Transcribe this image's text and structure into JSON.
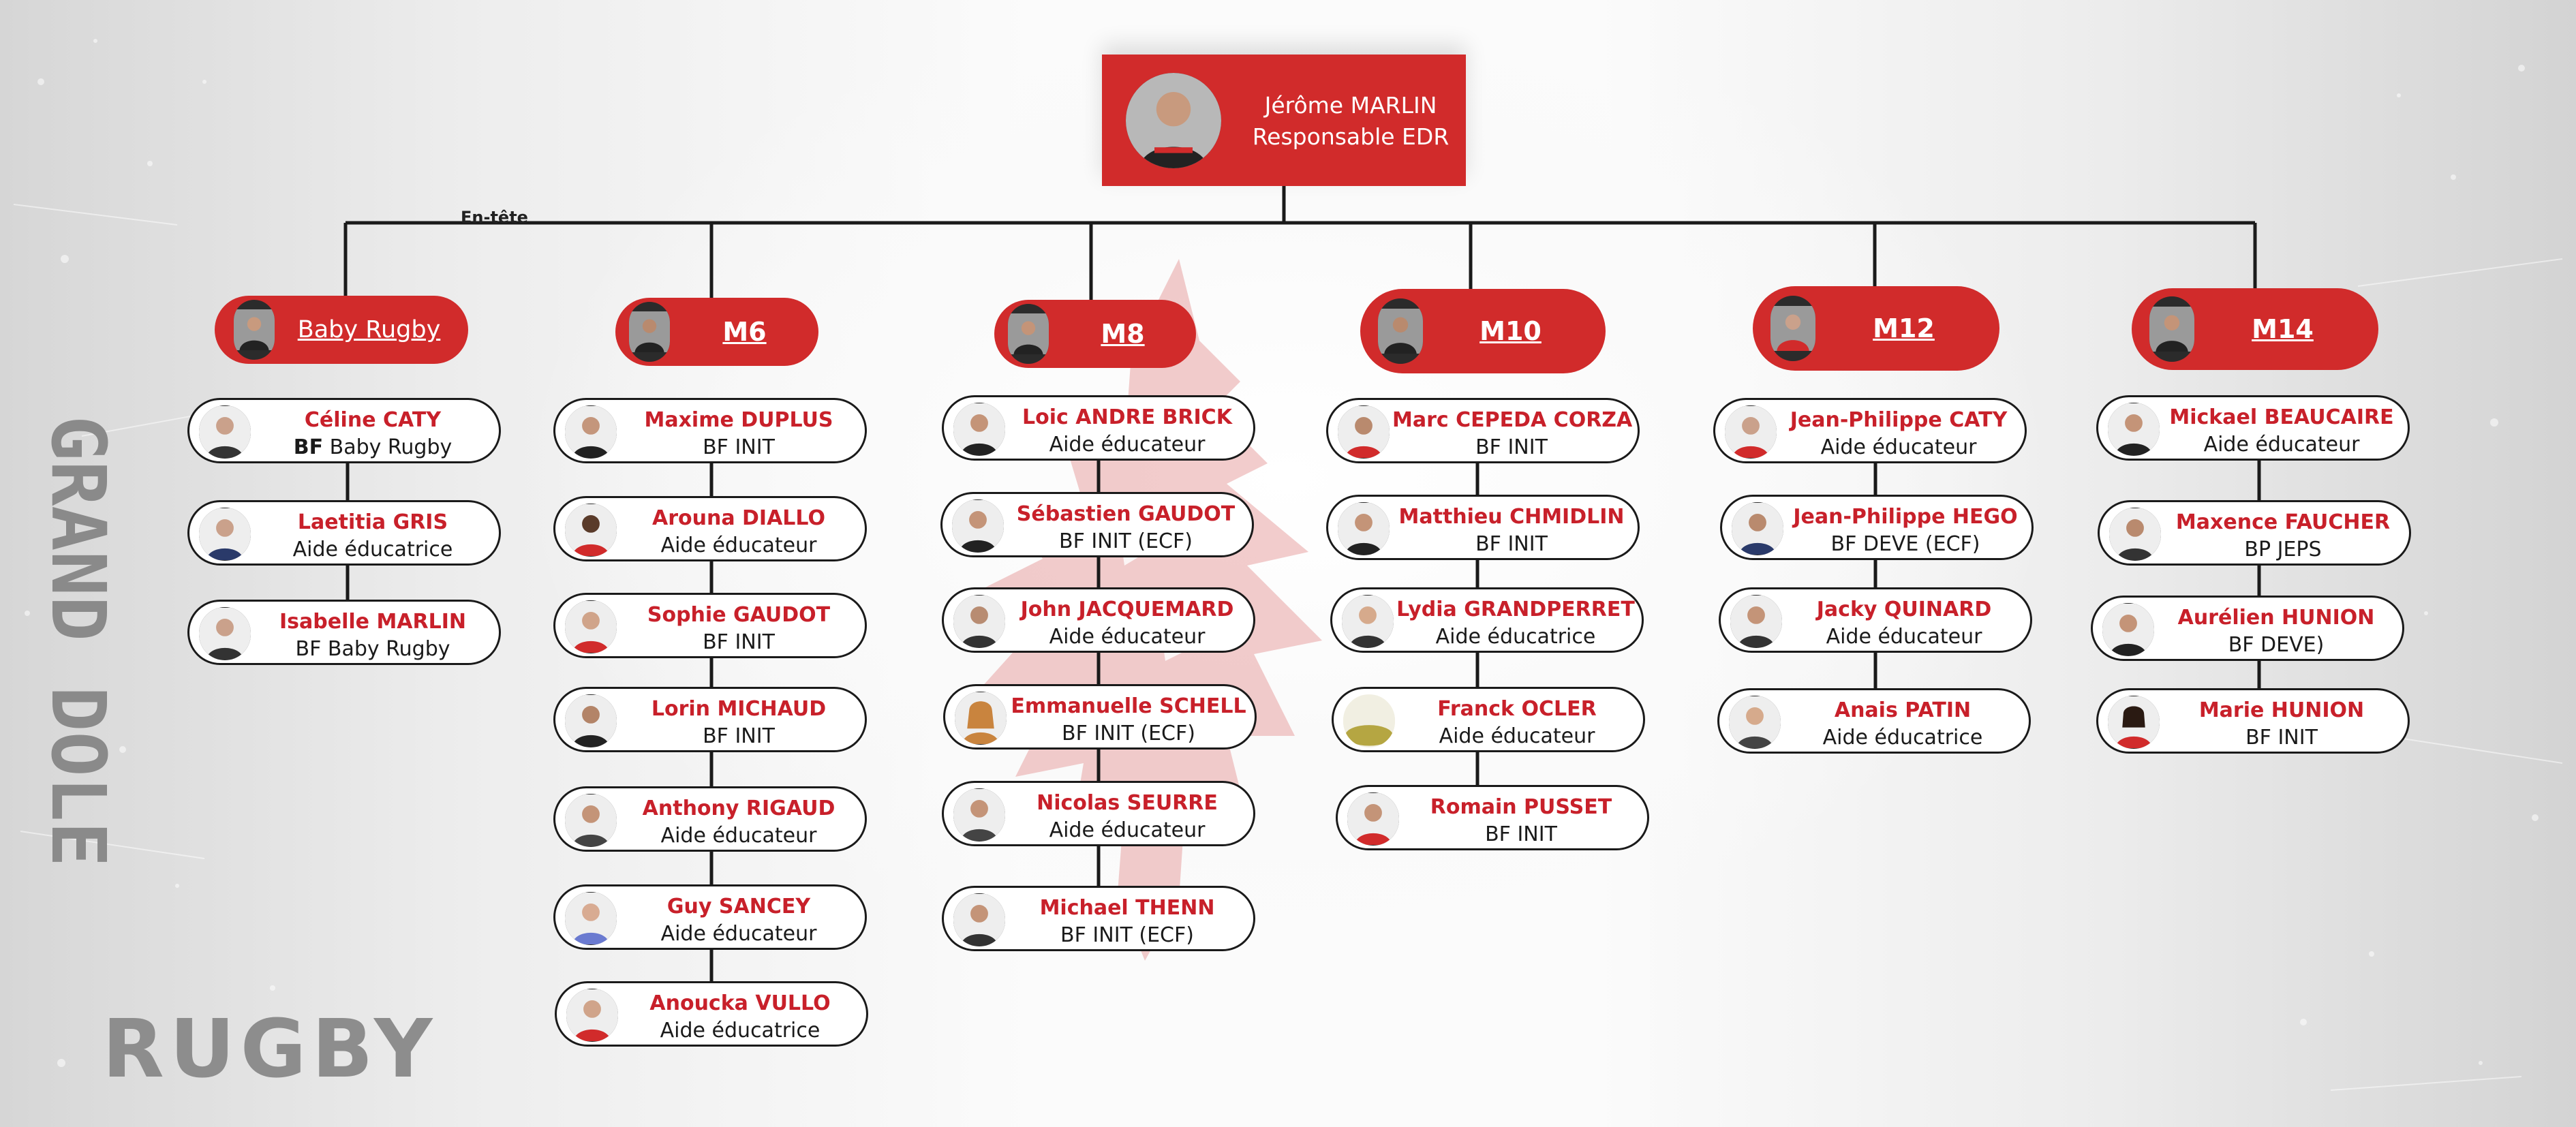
{
  "head": {
    "name": "Jérôme MARLIN",
    "role": "Responsable EDR"
  },
  "label_entete": "En-tête",
  "wordmark": {
    "vertical": "GRAND DOLE",
    "bottom": "RUGBY"
  },
  "groups": [
    {
      "label": "Baby Rugby",
      "members": [
        {
          "name": "Céline CATY",
          "role_prefix": "BF",
          "role": "Baby Rugby"
        },
        {
          "name": "Laetitia GRIS",
          "role": "Aide éducatrice"
        },
        {
          "name": "Isabelle MARLIN",
          "role": "BF Baby Rugby"
        }
      ]
    },
    {
      "label": "M6",
      "members": [
        {
          "name": "Maxime DUPLUS",
          "role": "BF INIT"
        },
        {
          "name": "Arouna DIALLO",
          "role": "Aide éducateur"
        },
        {
          "name": "Sophie GAUDOT",
          "role": "BF INIT"
        },
        {
          "name": "Lorin MICHAUD",
          "role": "BF INIT"
        },
        {
          "name": "Anthony RIGAUD",
          "role": "Aide éducateur"
        },
        {
          "name": "Guy SANCEY",
          "role": "Aide éducateur"
        },
        {
          "name": "Anoucka VULLO",
          "role": "Aide éducatrice"
        }
      ]
    },
    {
      "label": "M8",
      "members": [
        {
          "name": "Loic ANDRE BRICK",
          "role": "Aide éducateur"
        },
        {
          "name": "Sébastien GAUDOT",
          "role": "BF INIT (ECF)"
        },
        {
          "name": "John JACQUEMARD",
          "role": "Aide éducateur"
        },
        {
          "name": "Emmanuelle SCHELL",
          "role": "BF INIT (ECF)"
        },
        {
          "name": "Nicolas SEURRE",
          "role": "Aide éducateur"
        },
        {
          "name": "Michael THENN",
          "role": "BF INIT (ECF)"
        }
      ]
    },
    {
      "label": "M10",
      "members": [
        {
          "name": "Marc CEPEDA CORZA",
          "role": "BF INIT"
        },
        {
          "name": "Matthieu CHMIDLIN",
          "role": "BF INIT"
        },
        {
          "name": "Lydia GRANDPERRET",
          "role": "Aide éducatrice"
        },
        {
          "name": "Franck OCLER",
          "role": "Aide éducateur"
        },
        {
          "name": "Romain PUSSET",
          "role": "BF INIT"
        }
      ]
    },
    {
      "label": "M12",
      "members": [
        {
          "name": "Jean-Philippe CATY",
          "role": "Aide éducateur"
        },
        {
          "name": "Jean-Philippe HEGO",
          "role": "BF DEVE (ECF)"
        },
        {
          "name": "Jacky QUINARD",
          "role": "Aide éducateur"
        },
        {
          "name": "Anais PATIN",
          "role": "Aide éducatrice"
        }
      ]
    },
    {
      "label": "M14",
      "members": [
        {
          "name": "Mickael BEAUCAIRE",
          "role": "Aide éducateur"
        },
        {
          "name": "Maxence FAUCHER",
          "role": "BP JEPS"
        },
        {
          "name": "Aurélien HUNION",
          "role": "BF DEVE)"
        },
        {
          "name": "Marie HUNION",
          "role": "BF INIT"
        }
      ]
    }
  ],
  "colors": {
    "accent": "#d12b2b",
    "name_text": "#c8202a",
    "line": "#1a1a1a"
  },
  "icons": {
    "avatar": "person-photo-icon",
    "logo": "wolf-logo-icon"
  }
}
